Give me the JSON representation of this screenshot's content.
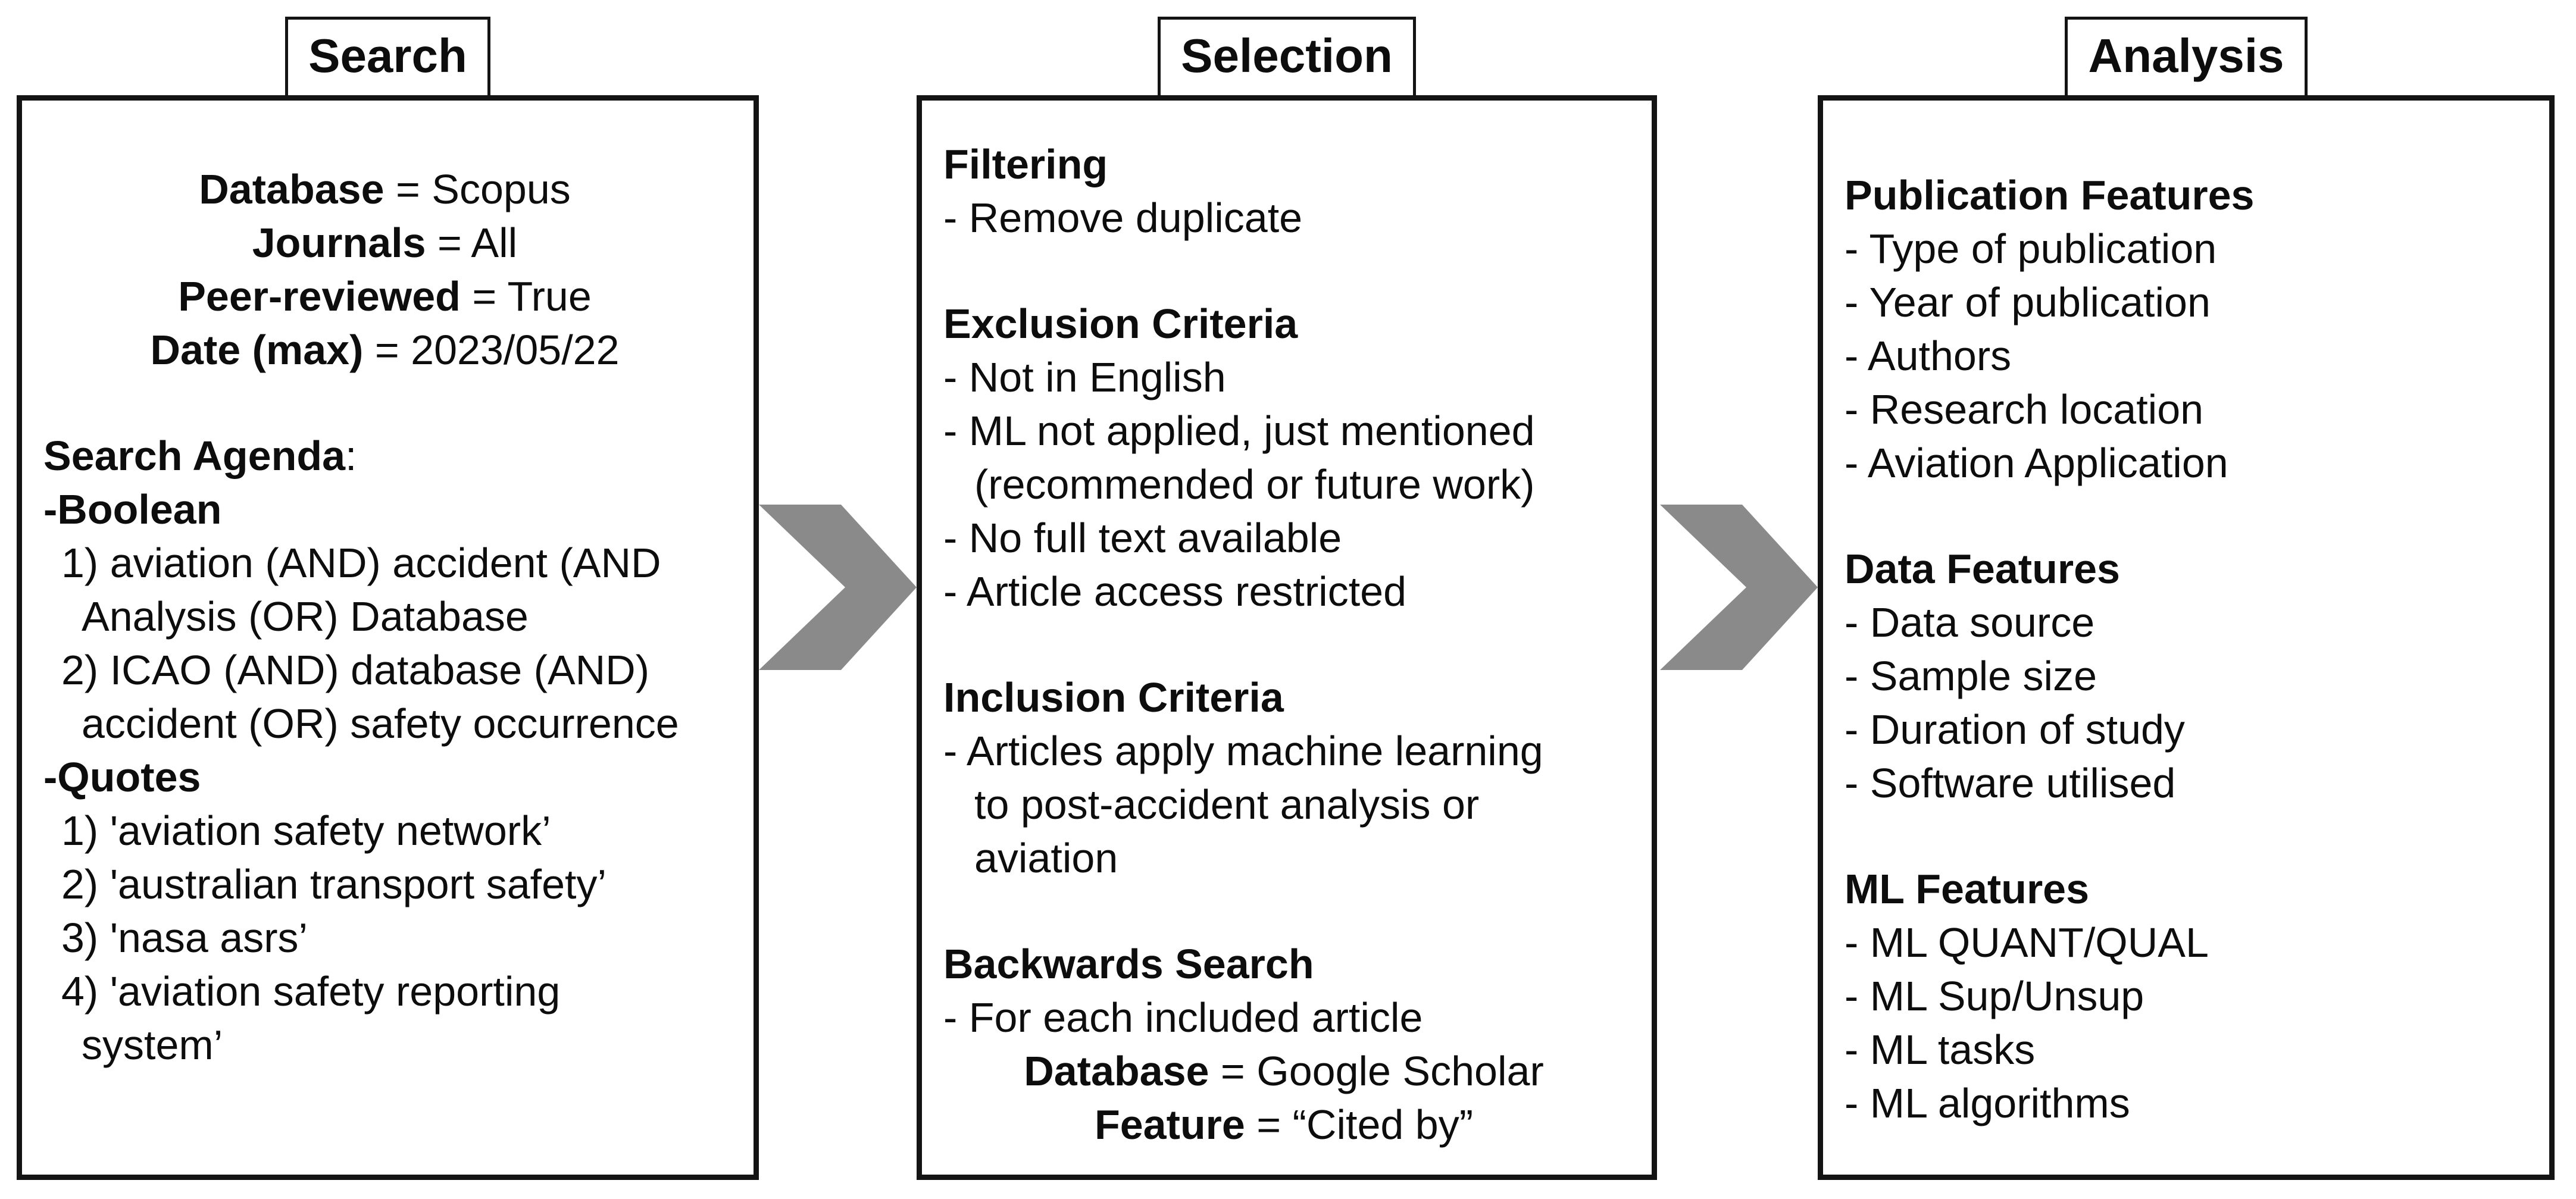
{
  "figure": {
    "type": "methodology-flow-diagram",
    "stages": [
      "Search",
      "Selection",
      "Analysis"
    ]
  },
  "colors": {
    "arrow": "#8a8a8a",
    "border": "#141414",
    "text": "#0d0d0d",
    "background": "#ffffff"
  },
  "icons": {
    "flow_arrow": "chevron-right-arrow"
  },
  "panels": {
    "p1": {
      "label": "Search",
      "rows": [
        {
          "b": "Database",
          "t": " = Scopus"
        },
        {
          "b": "Journals",
          "t": " = All"
        },
        {
          "b": "Peer-reviewed",
          "t": " = True"
        },
        {
          "b": "Date (max)",
          "t": " = 2023/05/22"
        },
        {
          "b": "Search Agenda",
          "t": ":"
        },
        {
          "b": "-Boolean",
          "t": ""
        },
        {
          "t": "1) aviation (AND) accident (AND"
        },
        {
          "t": "Analysis (OR) Database"
        },
        {
          "t": "2) ICAO (AND) database (AND)"
        },
        {
          "t": "accident (OR) safety occurrence"
        },
        {
          "b": "-Quotes",
          "t": ""
        },
        {
          "t": "1) 'aviation safety network’"
        },
        {
          "t": "2) 'australian transport safety’"
        },
        {
          "t": "3) 'nasa asrs’"
        },
        {
          "t": "4) 'aviation safety reporting"
        },
        {
          "t": "system’"
        }
      ]
    },
    "p2": {
      "label": "Selection",
      "rows": [
        {
          "b": "Filtering",
          "t": ""
        },
        {
          "t": "- Remove duplicate"
        },
        {
          "b": "Exclusion Criteria",
          "t": ""
        },
        {
          "t": "- Not in English"
        },
        {
          "t": "- ML not applied, just mentioned"
        },
        {
          "t": "(recommended or future work)"
        },
        {
          "t": "- No full text available"
        },
        {
          "t": "- Article access restricted"
        },
        {
          "b": "Inclusion Criteria",
          "t": ""
        },
        {
          "t": "- Articles apply machine learning"
        },
        {
          "t": "to post-accident analysis or"
        },
        {
          "t": "aviation"
        },
        {
          "b": "Backwards Search",
          "t": ""
        },
        {
          "t": "- For each included article"
        },
        {
          "b": "Database",
          "t": " = Google Scholar"
        },
        {
          "b": "Feature",
          "t": " = “Cited by”"
        }
      ]
    },
    "p3": {
      "label": "Analysis",
      "rows": [
        {
          "b": "Publication Features",
          "t": ""
        },
        {
          "t": "- Type of publication"
        },
        {
          "t": "- Year of publication"
        },
        {
          "t": "- Authors"
        },
        {
          "t": "- Research location"
        },
        {
          "t": "- Aviation Application"
        },
        {
          "b": "Data Features",
          "t": ""
        },
        {
          "t": "- Data source"
        },
        {
          "t": "- Sample size"
        },
        {
          "t": "- Duration of study"
        },
        {
          "t": "- Software utilised"
        },
        {
          "b": "ML Features",
          "t": ""
        },
        {
          "t": "- ML QUANT/QUAL"
        },
        {
          "t": "- ML Sup/Unsup"
        },
        {
          "t": "- ML tasks"
        },
        {
          "t": "- ML algorithms"
        }
      ]
    }
  }
}
